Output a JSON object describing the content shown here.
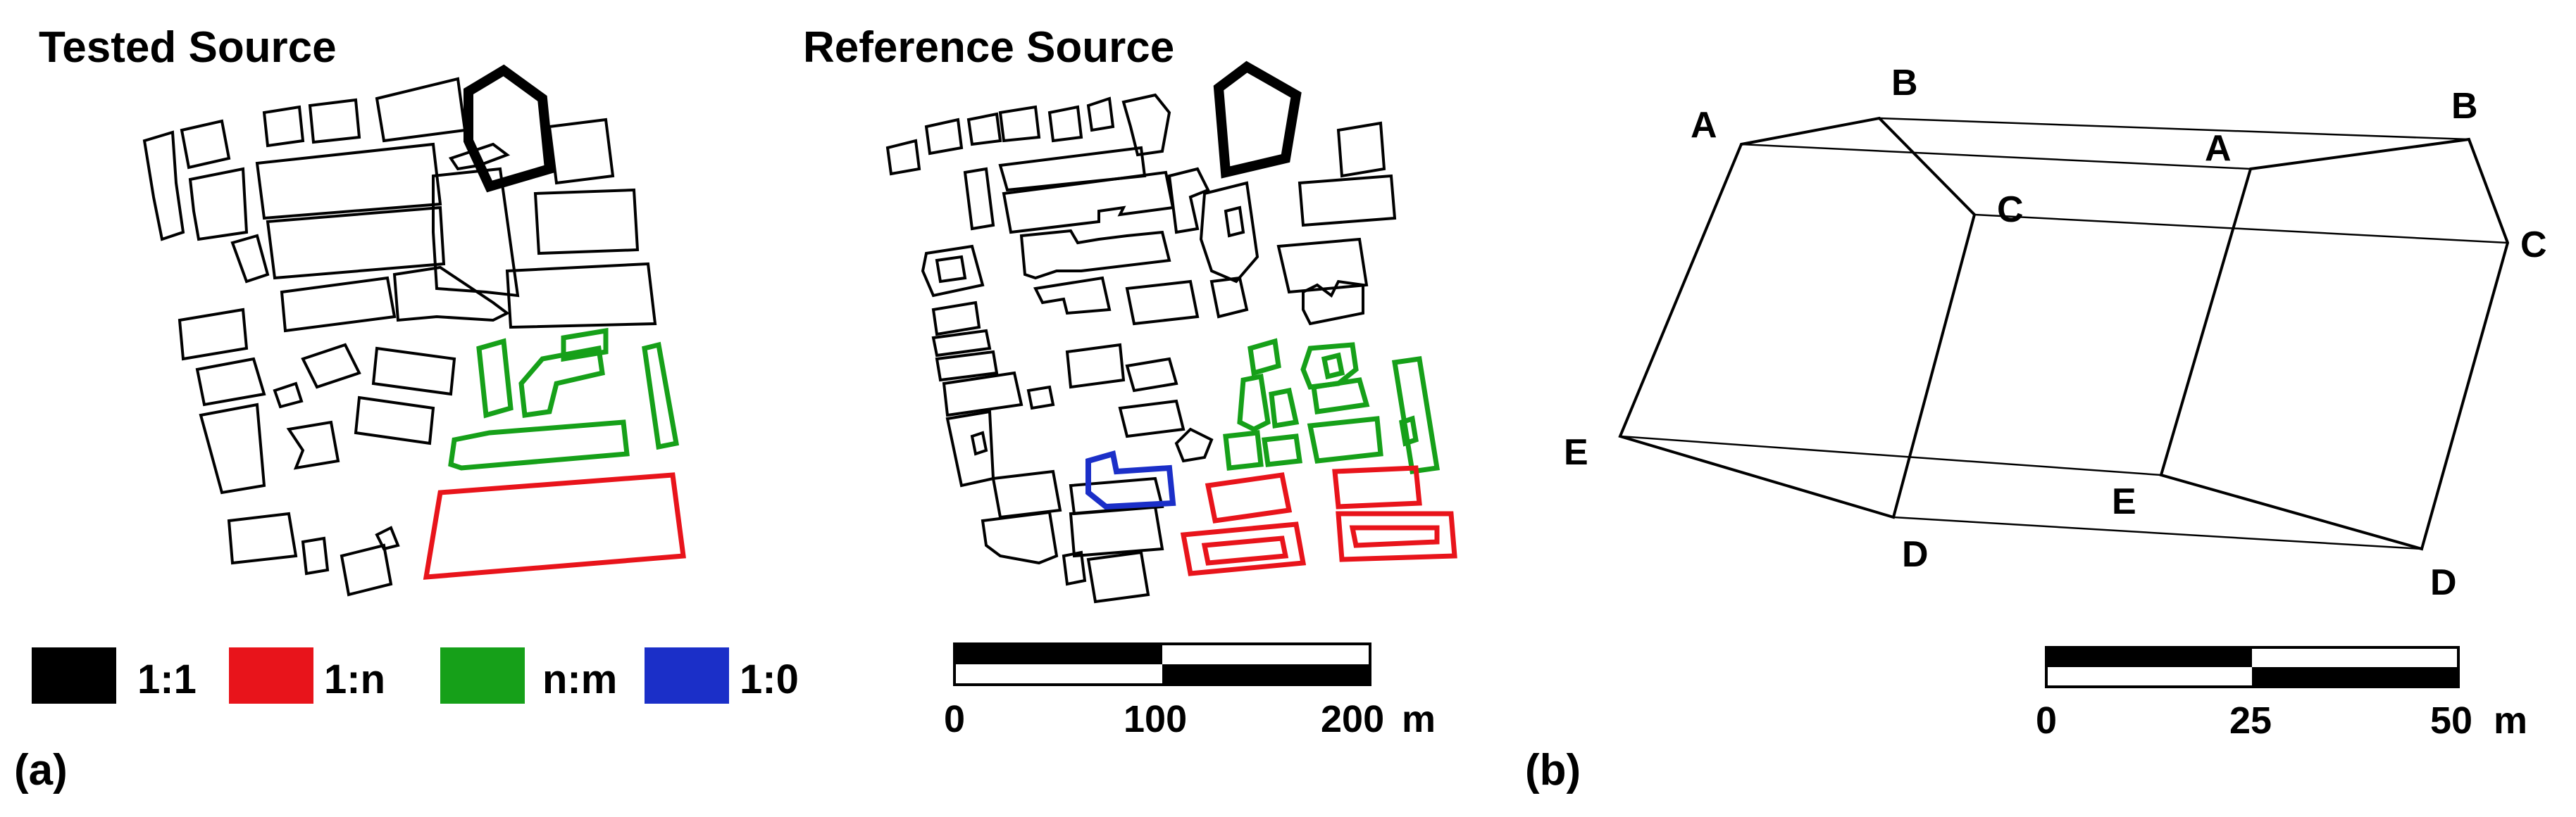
{
  "panel_a": {
    "label": "(a)",
    "tested_title": "Tested Source",
    "reference_title": "Reference Source",
    "legend": [
      {
        "label": "1:1",
        "color": "#000000"
      },
      {
        "label": "1:n",
        "color": "#e8141b"
      },
      {
        "label": "n:m",
        "color": "#16a019"
      },
      {
        "label": "1:0",
        "color": "#1b2fc8"
      }
    ],
    "scale": {
      "ticks": [
        "0",
        "100",
        "200"
      ],
      "unit": "m"
    }
  },
  "panel_b": {
    "label": "(b)",
    "vertex_labels": [
      "A",
      "B",
      "C",
      "D",
      "E"
    ],
    "scale": {
      "ticks": [
        "0",
        "25",
        "50"
      ],
      "unit": "m"
    }
  },
  "colors": {
    "match_1_1": "#000000",
    "match_1_n": "#e8141b",
    "match_n_m": "#16a019",
    "match_1_0": "#1b2fc8"
  }
}
